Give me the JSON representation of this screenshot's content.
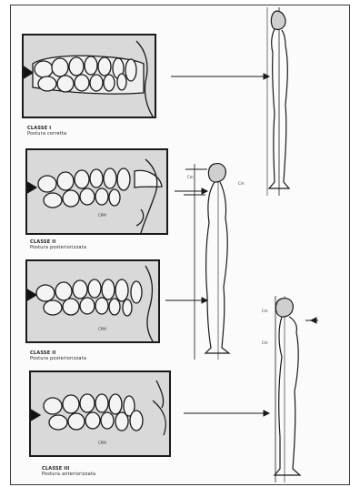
{
  "captions": [
    {
      "title": "CLASSE I",
      "subtitle": "Postura corretta"
    },
    {
      "title": "CLASSE II",
      "subtitle": "Postura posteriorizzata"
    },
    {
      "title": "CLASSE II",
      "subtitle": "Postura posteriorizzata"
    },
    {
      "title": "CLASSE III",
      "subtitle": "Postura anteriorizzata"
    }
  ],
  "panel_labels": [
    "",
    "CPM",
    "CPM",
    "CPM"
  ],
  "figure_markers": [
    "Cm",
    "Cm",
    "Cm",
    "Cm"
  ],
  "colors": {
    "line": "#1a1a1a",
    "panel": "#d9d9d9",
    "teeth": "#f4f4f4"
  }
}
